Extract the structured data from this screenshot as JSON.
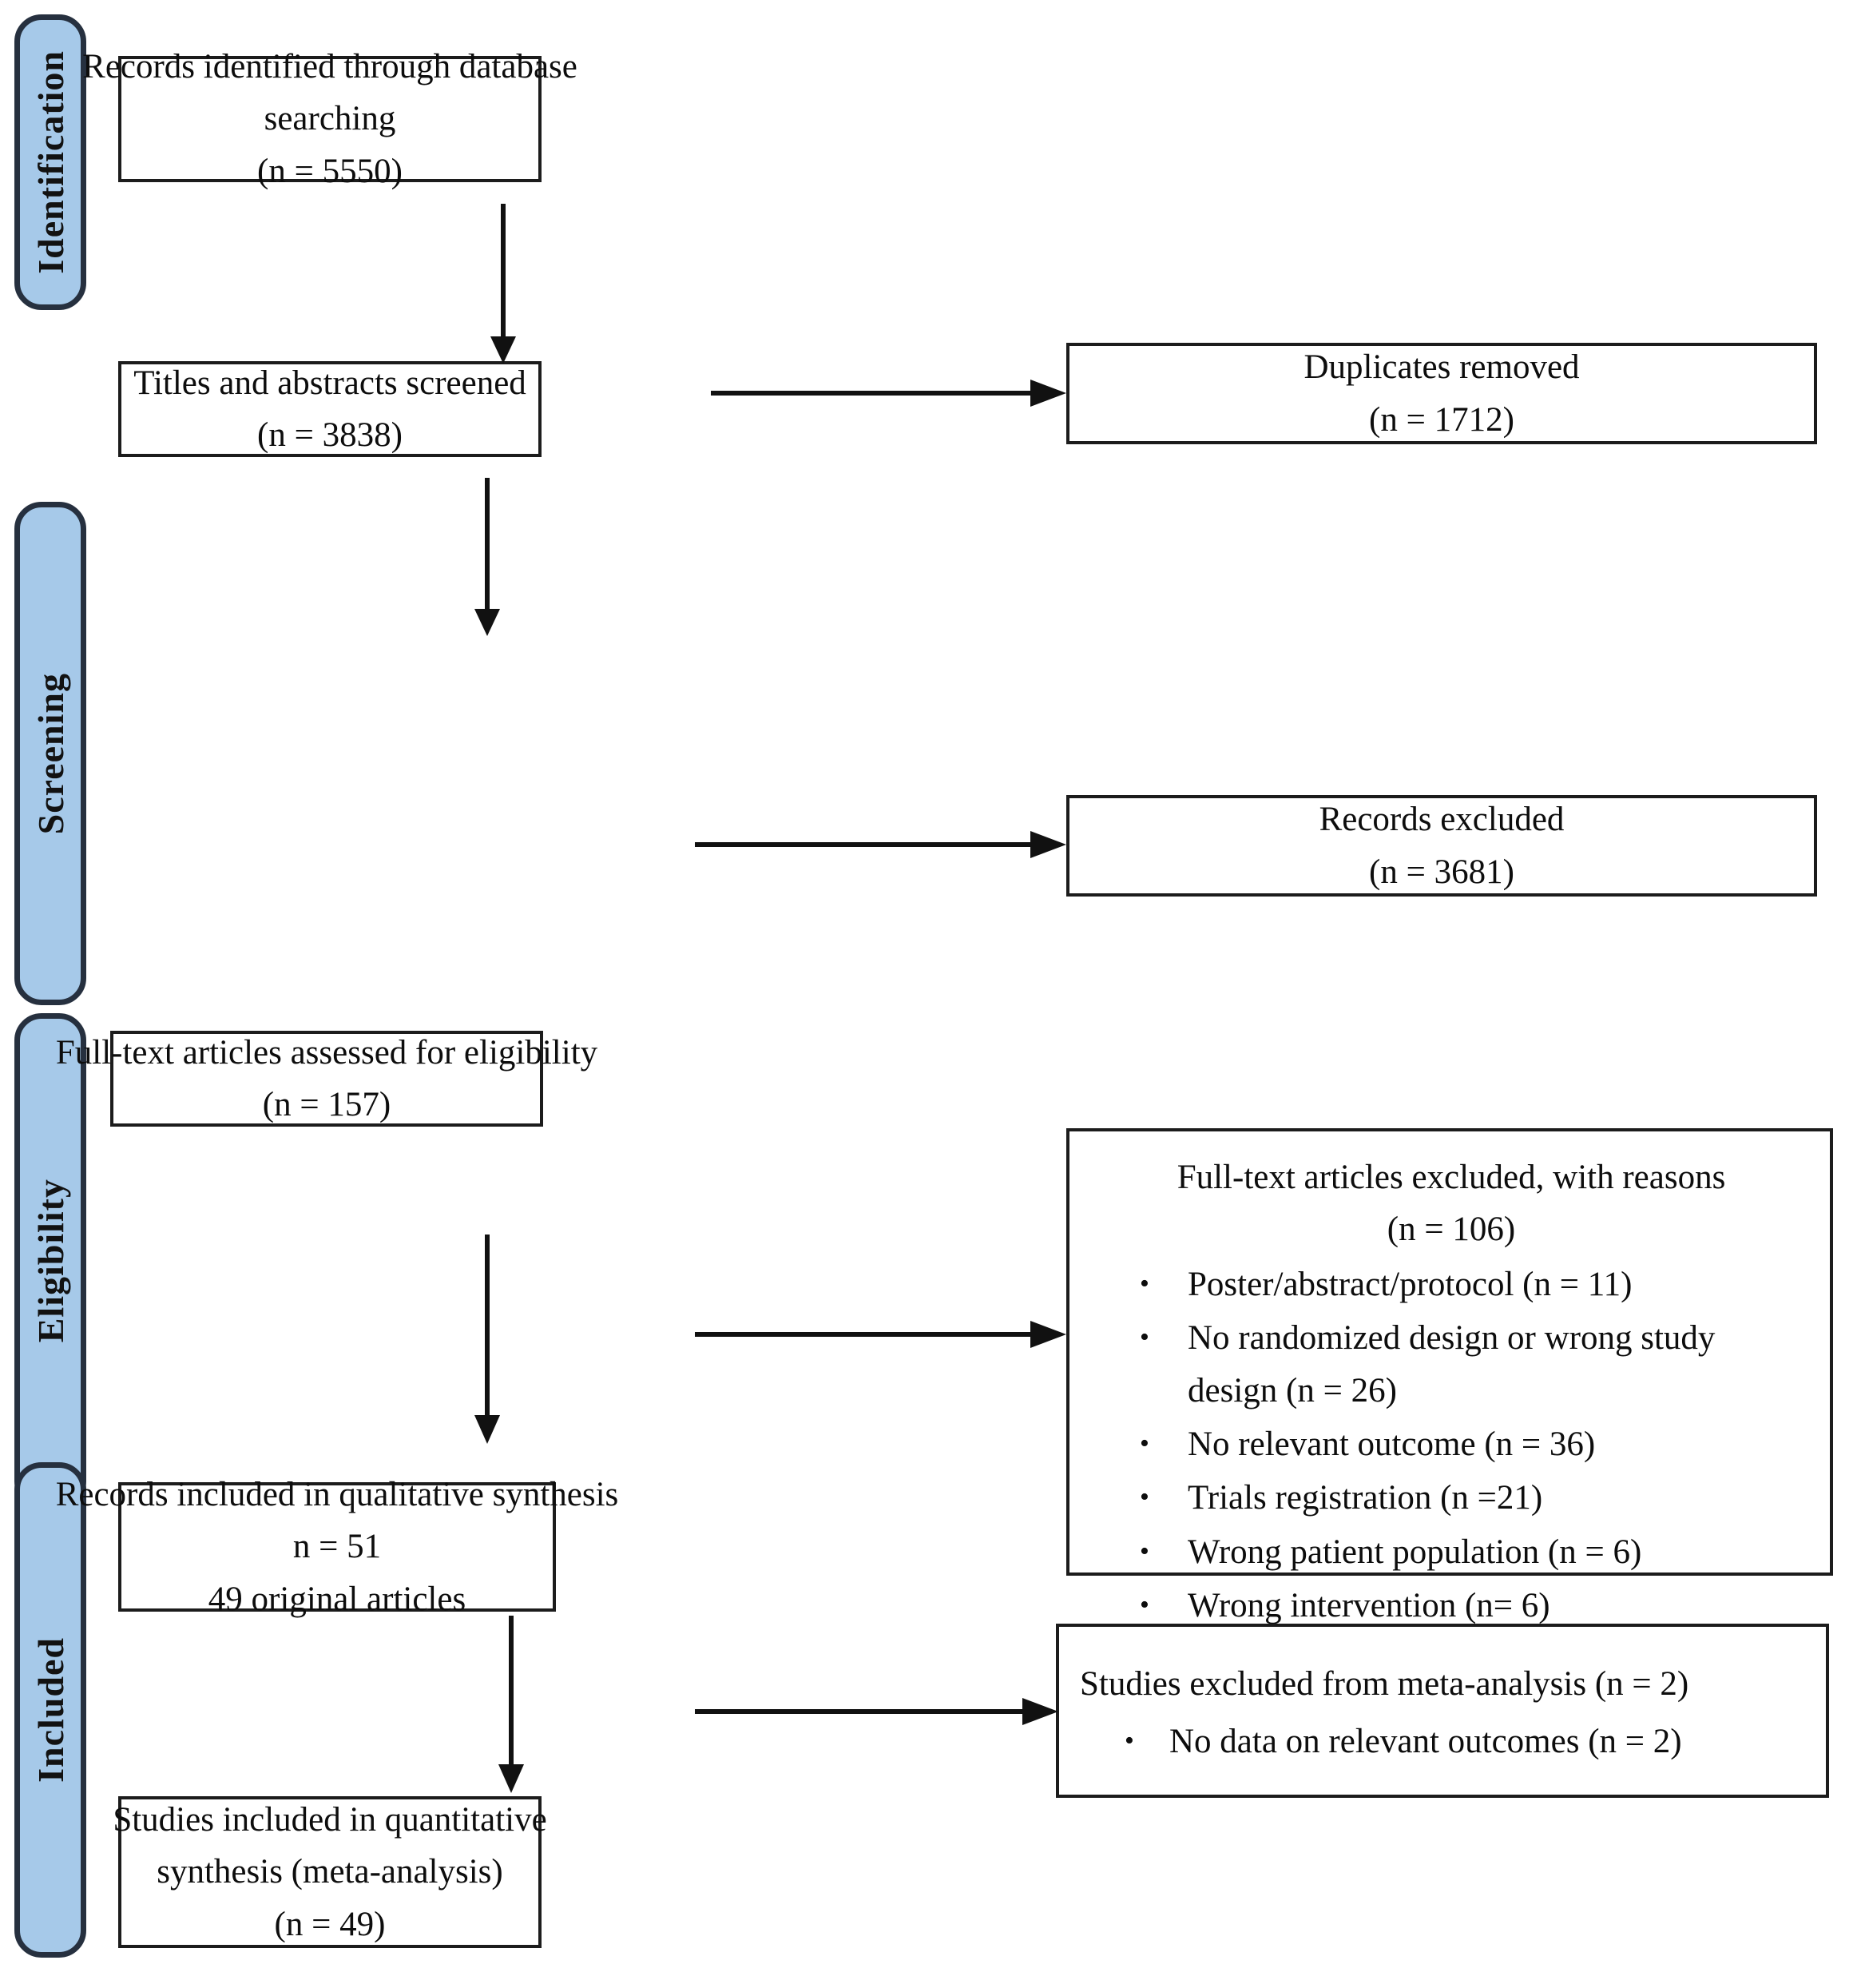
{
  "diagram": {
    "type": "prisma-flow-diagram",
    "accent_color": "#a6c9e9",
    "border_color": "#1c1c1c",
    "tab_border_color": "#26303f"
  },
  "stages": [
    {
      "id": "identification",
      "label": "Identification"
    },
    {
      "id": "screening",
      "label": "Screening"
    },
    {
      "id": "eligibility",
      "label": "Eligibility"
    },
    {
      "id": "included",
      "label": "Included"
    }
  ],
  "boxes": {
    "records_identified": {
      "lines": [
        "Records identified through database",
        "searching",
        "(n = 5550)"
      ]
    },
    "duplicates_removed": {
      "lines": [
        "Duplicates removed",
        "(n = 1712)"
      ]
    },
    "titles_screened": {
      "lines": [
        "Titles and abstracts screened",
        "(n = 3838)"
      ]
    },
    "records_excluded": {
      "lines": [
        "Records excluded",
        "(n = 3681)"
      ]
    },
    "fulltext_assessed": {
      "lines": [
        "Full-text articles assessed for eligibility",
        "(n = 157)"
      ]
    },
    "fulltext_excluded": {
      "title": "Full-text articles excluded, with reasons",
      "count": "(n = 106)",
      "reasons": [
        "Poster/abstract/protocol (n = 11)",
        "No randomized design or wrong study design (n = 26)",
        "No relevant outcome (n = 36)",
        "Trials registration (n =21)",
        "Wrong patient population (n = 6)",
        "Wrong intervention (n= 6)"
      ]
    },
    "qualitative_synthesis": {
      "lines": [
        "Records included in qualitative synthesis",
        "n = 51",
        "49 original articles"
      ]
    },
    "meta_excluded": {
      "title": "Studies excluded from meta-analysis (n = 2)",
      "reasons": [
        "No data on relevant outcomes (n = 2)"
      ]
    },
    "quantitative_synthesis": {
      "lines": [
        "Studies included in quantitative",
        "synthesis (meta-analysis)",
        "(n = 49)"
      ]
    }
  },
  "bullet_glyph": "•"
}
